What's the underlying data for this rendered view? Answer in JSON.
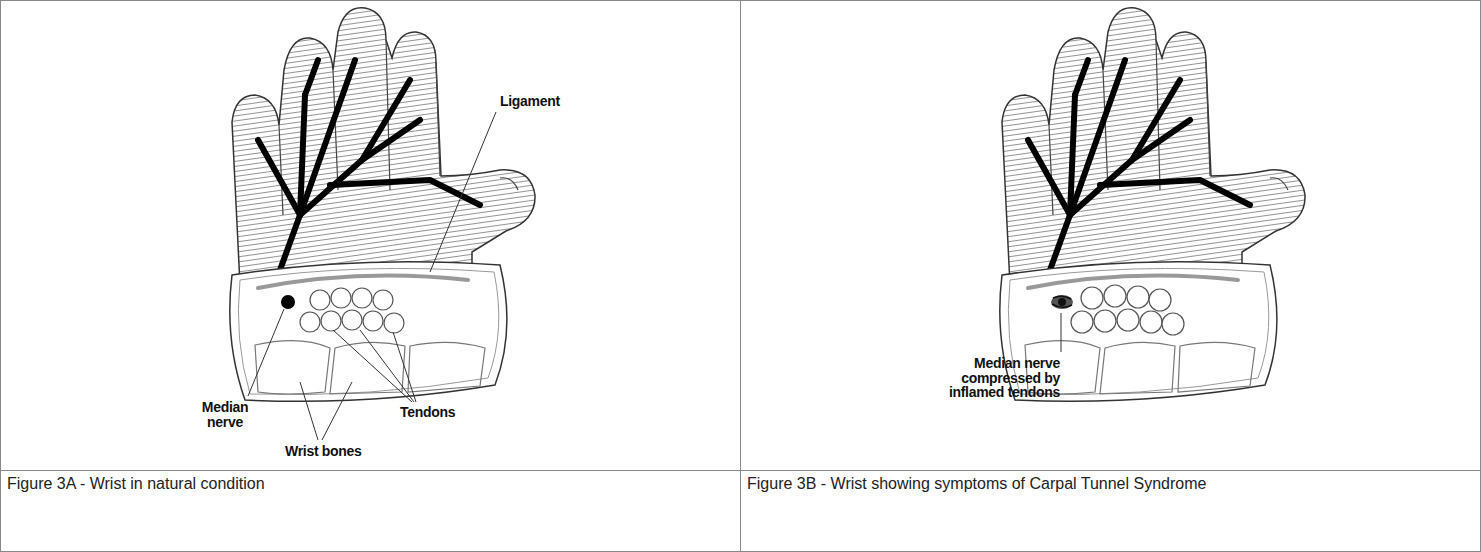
{
  "diagram": {
    "nodes": [
      {
        "text": [
          "Figure 3A - Wrist in natural condition"
        ]
      },
      {
        "text": [
          "Figure 3B - Wrist showing symptoms of Carpal Tunnel Syndrome"
        ]
      }
    ],
    "labels": [
      "Ligament",
      "Median nerve",
      "Tendons",
      "Wrist bones",
      "Median nerve compressed by inflamed tendons"
    ]
  }
}
